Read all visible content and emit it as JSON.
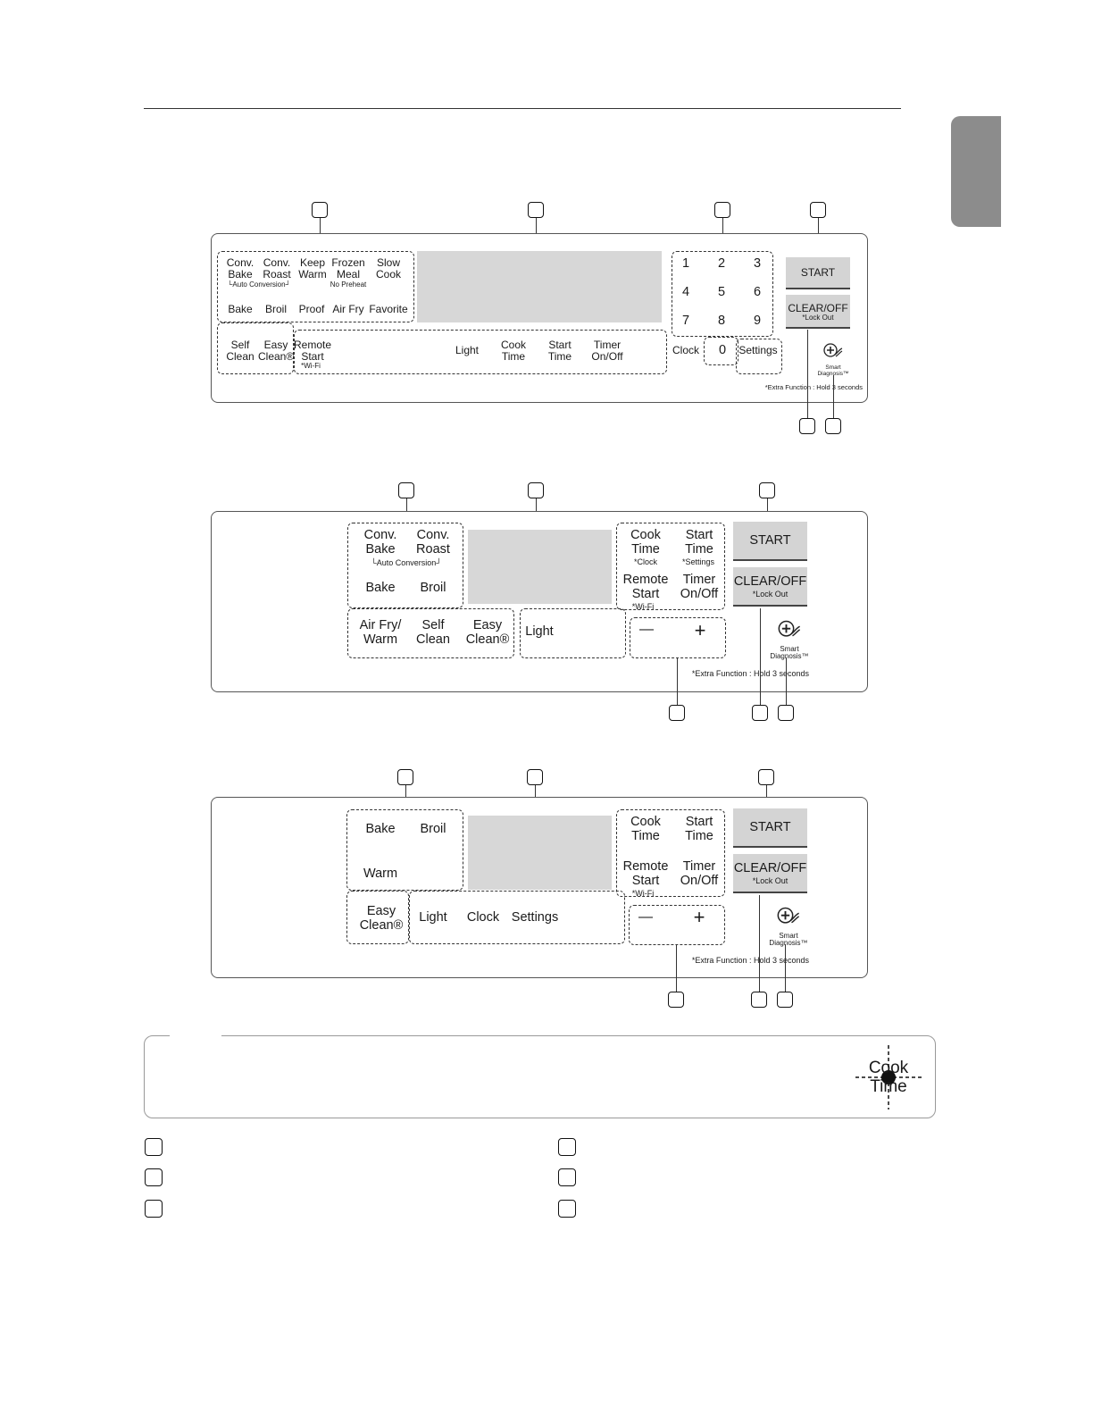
{
  "panel1": {
    "left_labels": {
      "conv_bake": "Conv.\nBake",
      "conv_roast": "Conv.\nRoast",
      "keep_warm": "Keep\nWarm",
      "frozen_meal": "Frozen\nMeal",
      "frozen_sub": "No Preheat",
      "slow_cook": "Slow\nCook",
      "auto_conversion": "└Auto Conversion┘",
      "bake": "Bake",
      "broil": "Broil",
      "proof": "Proof",
      "air_fry": "Air Fry",
      "favorite": "Favorite",
      "self_clean": "Self\nClean",
      "easy_clean": "Easy\nClean®"
    },
    "bottom_row": {
      "remote_start": "Remote\nStart",
      "remote_sub": "*Wi-Fi",
      "light": "Light",
      "cook_time": "Cook\nTime",
      "start_time": "Start\nTime",
      "timer": "Timer\nOn/Off",
      "clock": "Clock",
      "settings": "Settings"
    },
    "keypad": [
      "1",
      "2",
      "3",
      "4",
      "5",
      "6",
      "7",
      "8",
      "9"
    ],
    "key_zero": "0",
    "start": "START",
    "clear_off": "CLEAR/OFF",
    "lock_out": "*Lock Out",
    "smart_diagnosis": "Smart\nDiagnosis™",
    "extra_function": "*Extra Function : Hold 3 seconds"
  },
  "panel2": {
    "conv_bake": "Conv.\nBake",
    "conv_roast": "Conv.\nRoast",
    "auto_conversion": "└Auto Conversion┘",
    "bake": "Bake",
    "broil": "Broil",
    "air_fry_warm": "Air Fry/\nWarm",
    "self_clean": "Self\nClean",
    "easy_clean": "Easy\nClean®",
    "light": "Light",
    "cook_time": "Cook\nTime",
    "cook_time_sub": "*Clock",
    "start_time": "Start\nTime",
    "start_time_sub": "*Settings",
    "remote_start": "Remote\nStart",
    "remote_sub": "*Wi-Fi",
    "timer": "Timer\nOn/Off",
    "minus": "—",
    "plus": "+",
    "start": "START",
    "clear_off": "CLEAR/OFF",
    "lock_out": "*Lock Out",
    "smart_diagnosis": "Smart\nDiagnosis™",
    "extra_function": "*Extra Function : Hold 3 seconds"
  },
  "panel3": {
    "bake": "Bake",
    "broil": "Broil",
    "warm": "Warm",
    "easy_clean": "Easy\nClean®",
    "light": "Light",
    "clock": "Clock",
    "settings": "Settings",
    "cook_time": "Cook\nTime",
    "start_time": "Start\nTime",
    "remote_start": "Remote\nStart",
    "remote_sub": "*Wi-Fi",
    "timer": "Timer\nOn/Off",
    "minus": "—",
    "plus": "+",
    "start": "START",
    "clear_off": "CLEAR/OFF",
    "lock_out": "*Lock Out",
    "smart_diagnosis": "Smart\nDiagnosis™",
    "extra_function": "*Extra Function : Hold 3 seconds"
  },
  "note": {
    "cook_time_illustration": "Cook\nTime"
  },
  "icons": {
    "smart_diagnosis_icon": "smart-diagnosis-icon",
    "touch_point_icon": "touch-point-icon"
  },
  "colors": {
    "display": "#d7d7d7",
    "button": "#d4d4d4",
    "side_tab": "#8c8c8c"
  }
}
